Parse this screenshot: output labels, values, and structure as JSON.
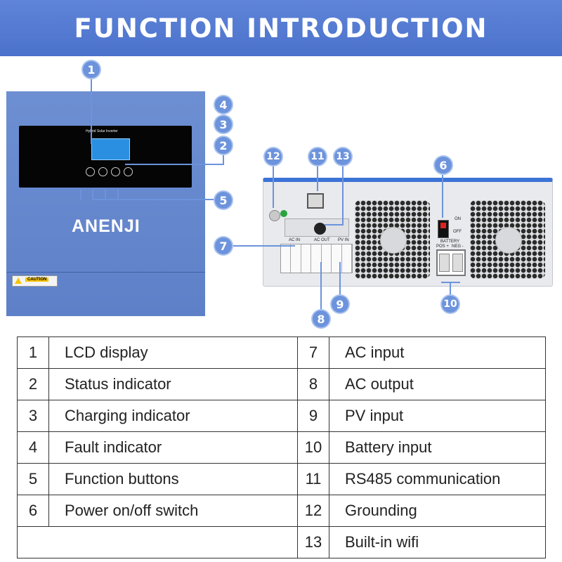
{
  "header": {
    "title": "FUNCTION INTRODUCTION"
  },
  "front_panel": {
    "lcd_title": "Hybrid Solar Inverter",
    "brand": "ANENJI",
    "caution_label": "CAUTION"
  },
  "back_panel": {
    "switch_on": "ON",
    "switch_off": "OFF",
    "battery_label": "BATTERY",
    "battery_pos": "POS +",
    "battery_neg": "NEG -",
    "ac_in_label": "AC IN",
    "ac_out_label": "AC OUT",
    "pv_in_label": "PV IN"
  },
  "callouts": [
    "1",
    "2",
    "3",
    "4",
    "5",
    "6",
    "7",
    "8",
    "9",
    "10",
    "11",
    "12",
    "13"
  ],
  "legend": {
    "rows": [
      {
        "left_num": "1",
        "left_label": "LCD display",
        "right_num": "7",
        "right_label": "AC input"
      },
      {
        "left_num": "2",
        "left_label": "Status indicator",
        "right_num": "8",
        "right_label": "AC output"
      },
      {
        "left_num": "3",
        "left_label": "Charging indicator",
        "right_num": "9",
        "right_label": "PV input"
      },
      {
        "left_num": "4",
        "left_label": "Fault indicator",
        "right_num": "10",
        "right_label": "Battery input"
      },
      {
        "left_num": "5",
        "left_label": "Function buttons",
        "right_num": "11",
        "right_label": "RS485 communication"
      },
      {
        "left_num": "6",
        "left_label": "Power on/off switch",
        "right_num": "12",
        "right_label": "Grounding"
      },
      {
        "left_num": "",
        "left_label": "",
        "right_num": "13",
        "right_label": "Built-in wifi"
      }
    ]
  },
  "colors": {
    "header_bg": "#4b72cc",
    "callout_bg": "#6c93dc",
    "unit_blue": "#5e80c8",
    "brand_green": "#2fbf4a"
  }
}
